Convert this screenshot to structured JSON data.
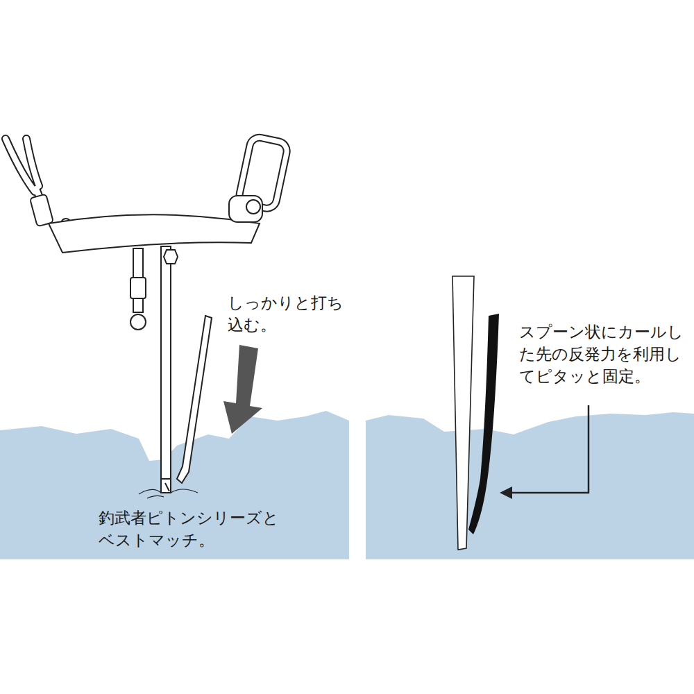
{
  "diagram": {
    "labels": [
      "しっかりと打ち 込む。",
      "釣武者ピトンシリーズと ベストマッチ。",
      "スプーン状にカールし た先の反発力を利用し てピタッと固定。"
    ]
  }
}
